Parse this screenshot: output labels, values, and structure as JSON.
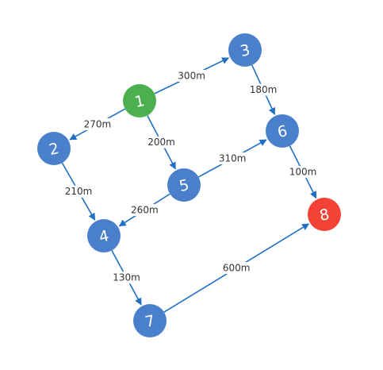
{
  "colors": {
    "node_default": "#4a7fcb",
    "node_start": "#4caf50",
    "node_end": "#f44336",
    "edge": "#1f6fc4",
    "label_text": "#333333",
    "node_text": "#ffffff"
  },
  "nodes": [
    {
      "id": "1",
      "label": "1",
      "role": "start"
    },
    {
      "id": "2",
      "label": "2",
      "role": "default"
    },
    {
      "id": "3",
      "label": "3",
      "role": "default"
    },
    {
      "id": "4",
      "label": "4",
      "role": "default"
    },
    {
      "id": "5",
      "label": "5",
      "role": "default"
    },
    {
      "id": "6",
      "label": "6",
      "role": "default"
    },
    {
      "id": "7",
      "label": "7",
      "role": "default"
    },
    {
      "id": "8",
      "label": "8",
      "role": "end"
    }
  ],
  "edges": [
    {
      "from": "1",
      "to": "3",
      "label": "300m"
    },
    {
      "from": "1",
      "to": "2",
      "label": "270m"
    },
    {
      "from": "1",
      "to": "5",
      "label": "200m"
    },
    {
      "from": "3",
      "to": "6",
      "label": "180m"
    },
    {
      "from": "2",
      "to": "4",
      "label": "210m"
    },
    {
      "from": "5",
      "to": "6",
      "label": "310m"
    },
    {
      "from": "5",
      "to": "4",
      "label": "260m"
    },
    {
      "from": "6",
      "to": "8",
      "label": "100m"
    },
    {
      "from": "4",
      "to": "7",
      "label": "130m"
    },
    {
      "from": "7",
      "to": "8",
      "label": "600m"
    }
  ]
}
